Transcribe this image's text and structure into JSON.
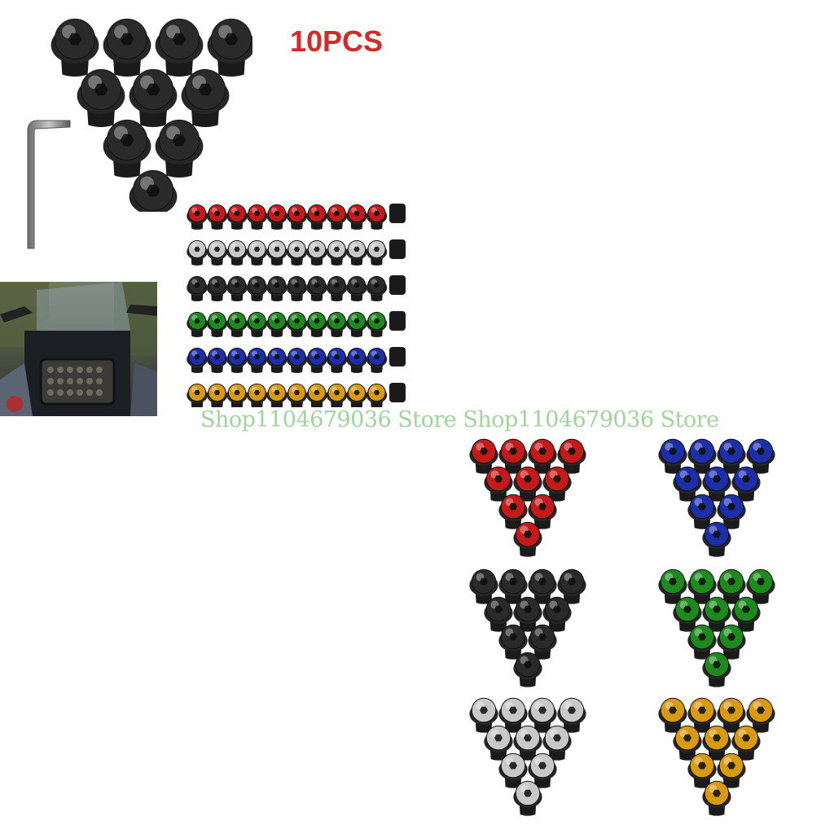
{
  "quantity_label": "10PCS",
  "watermark": "Shop1104679036 Store Shop1104679036 Store",
  "colors": {
    "label_red": "#d42a2a",
    "watermark_green": "#9fd49b",
    "variants": [
      {
        "name": "red",
        "hex": "#c41a1a"
      },
      {
        "name": "silver",
        "hex": "#c8c8c8"
      },
      {
        "name": "black",
        "hex": "#2a2a2a"
      },
      {
        "name": "green",
        "hex": "#1e8a1e"
      },
      {
        "name": "blue",
        "hex": "#1c2ea8"
      },
      {
        "name": "gold",
        "hex": "#d89a10"
      }
    ]
  }
}
